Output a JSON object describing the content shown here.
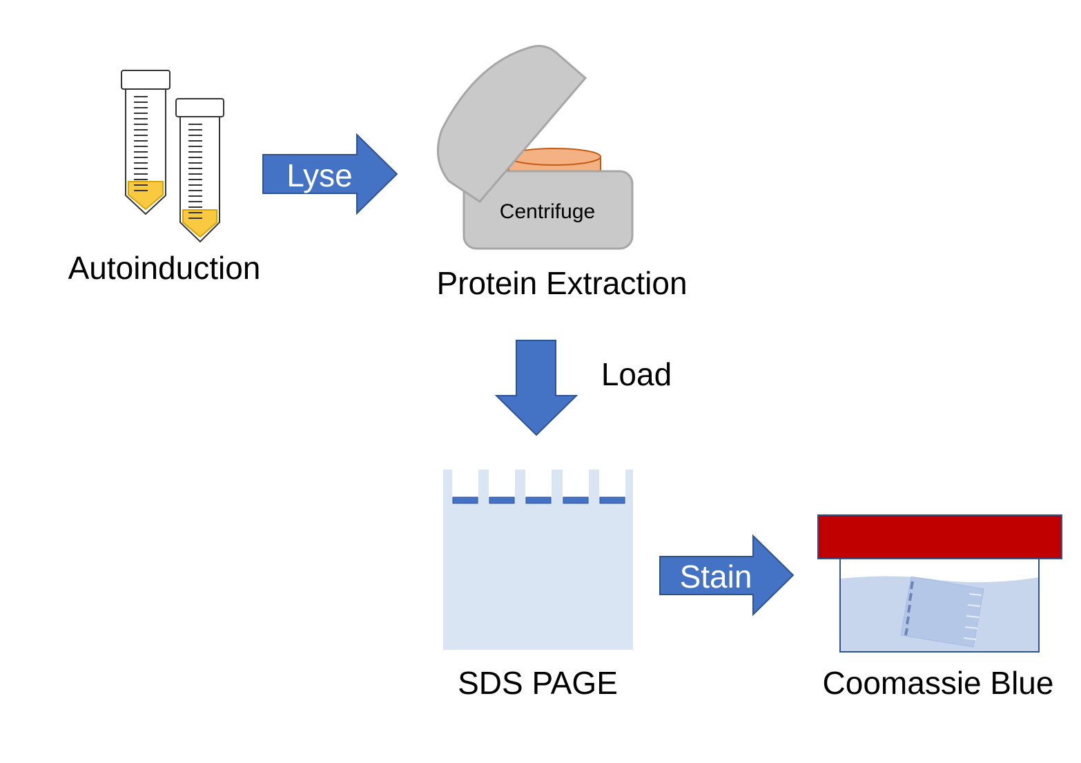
{
  "steps": {
    "autoinduction": "Autoinduction",
    "protein_extraction": "Protein Extraction",
    "sds_page": "SDS PAGE",
    "coomassie": "Coomassie Blue"
  },
  "arrows": {
    "lyse": "Lyse",
    "load": "Load",
    "stain": "Stain"
  },
  "centrifuge_label": "Centrifuge",
  "colors": {
    "arrow_fill": "#4472c4",
    "arrow_stroke": "#2f528f",
    "tube_liquid": "#f9c940",
    "centrifuge_body": "#c9c9c9",
    "rotor": "#f4b183",
    "gel": "#dae5f4",
    "stain_lid": "#c00000",
    "stain_liquid": "#b4c7e7"
  },
  "icons": [
    "test-tube-icon",
    "centrifuge-icon",
    "gel-icon",
    "stain-box-icon"
  ]
}
